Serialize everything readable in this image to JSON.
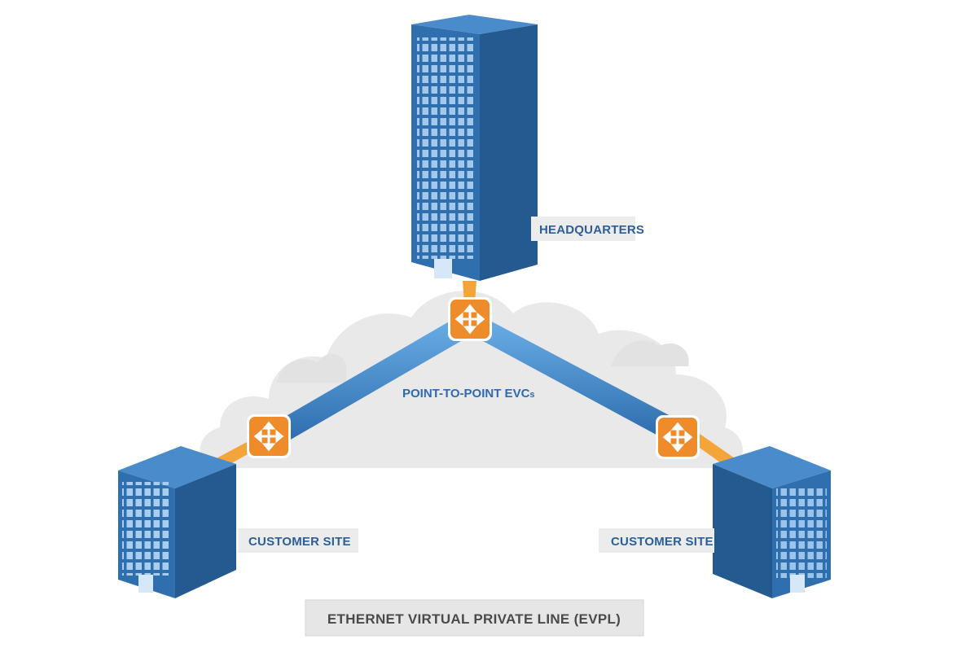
{
  "labels": {
    "headquarters": "HEADQUARTERS",
    "customer_site_left": "CUSTOMER SITE",
    "customer_site_right": "CUSTOMER SITE",
    "evc_main": "POINT-TO-POINT EVC",
    "evc_suffix": "s",
    "caption": "ETHERNET VIRTUAL PRIVATE LINE (EVPL)"
  },
  "colors": {
    "building_front": "#2f6fae",
    "building_side": "#245a8f",
    "building_top": "#4a8ccb",
    "window": "#a9cdef",
    "link_blue": "#3f86c9",
    "connector_orange": "#f4a53a",
    "switch_orange": "#ee8c2b",
    "cloud_gray": "#e6e6e6",
    "label_bg": "#ececec"
  },
  "icons": {
    "switch": "four-way-arrows-icon",
    "cloud": "cloud-icon",
    "building": "office-building-icon"
  }
}
